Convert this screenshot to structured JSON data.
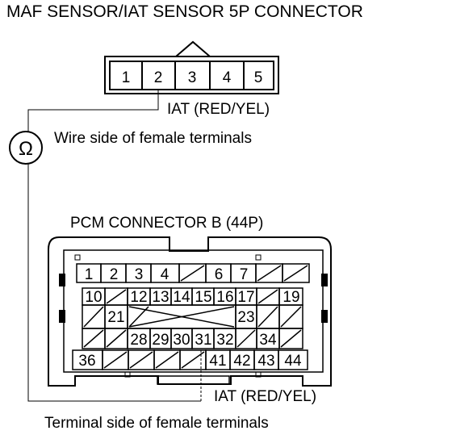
{
  "maf": {
    "title": "MAF SENSOR/IAT SENSOR 5P CONNECTOR",
    "pins": [
      "1",
      "2",
      "3",
      "4",
      "5"
    ],
    "wire_label": "IAT (RED/YEL)",
    "view_label": "Wire side of female terminals"
  },
  "meter": {
    "symbol": "Ω",
    "icon": "ohmmeter-icon"
  },
  "pcm": {
    "title": "PCM CONNECTOR B (44P)",
    "wire_label": "IAT (RED/YEL)",
    "view_label": "Terminal side of female terminals",
    "rows": [
      [
        "1",
        "2",
        "3",
        "4",
        "",
        "6",
        "7",
        "",
        ""
      ],
      [
        "10",
        "",
        "12",
        "13",
        "14",
        "15",
        "16",
        "17",
        "",
        "19"
      ],
      [
        "",
        "21",
        "",
        "",
        "",
        "",
        "23",
        "",
        ""
      ],
      [
        "",
        "",
        "28",
        "29",
        "30",
        "31",
        "32",
        "",
        "34",
        ""
      ],
      [
        "36",
        "",
        "",
        "",
        "",
        "41",
        "42",
        "43",
        "44"
      ]
    ]
  }
}
